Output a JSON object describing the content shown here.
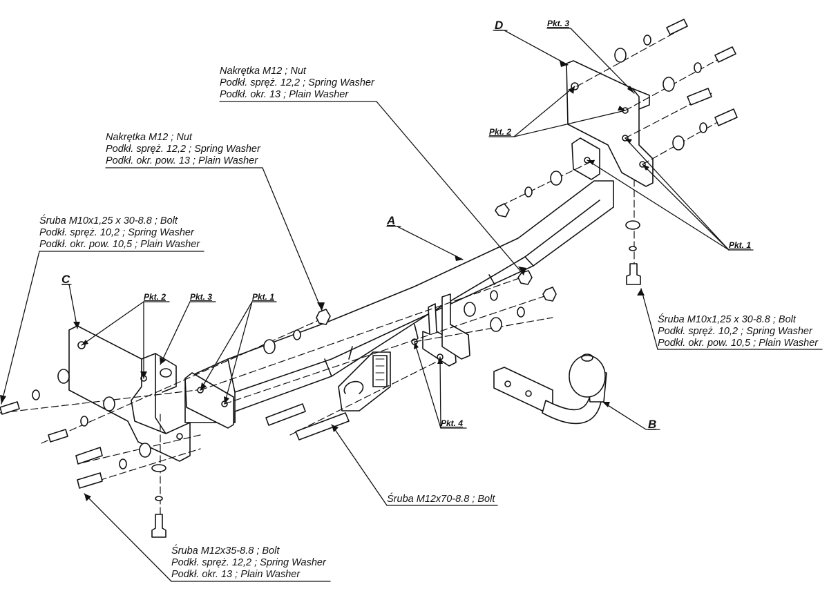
{
  "labels": {
    "nut_top": {
      "line1": "Nakrętka  M12 ; Nut",
      "line2": "Podkł. spręż. 12,2 ; Spring Washer",
      "line3": "Podkł. okr.  13 ; Plain Washer"
    },
    "nut_mid": {
      "line1": "Nakrętka  M12 ; Nut",
      "line2": "Podkł. spręż. 12,2 ; Spring Washer",
      "line3": "Podkł. okr. pow. 13 ; Plain Washer"
    },
    "bolt_left": {
      "line1": "Śruba M10x1,25 x 30-8.8 ; Bolt",
      "line2": "Podkł. spręż. 10,2 ; Spring Washer",
      "line3": "Podkł. okr. pow. 10,5 ; Plain Washer"
    },
    "bolt_right": {
      "line1": "Śruba M10x1,25 x 30-8.8 ; Bolt",
      "line2": "Podkł. spręż. 10,2 ; Spring Washer",
      "line3": "Podkł. okr. pow. 10,5 ; Plain Washer"
    },
    "bolt_m12x70": {
      "line1": "Śruba M12x70-8.8 ; Bolt"
    },
    "bolt_bottom": {
      "line1": "Śruba M12x35-8.8 ; Bolt",
      "line2": "Podkł. spręż. 12,2 ; Spring Washer",
      "line3": "Podkł. okr. 13 ; Plain Washer"
    }
  },
  "callouts": {
    "pkt1_left": "Pkt. 1",
    "pkt2_left": "Pkt. 2",
    "pkt3_left": "Pkt. 3",
    "pkt1_right": "Pkt. 1",
    "pkt2_right": "Pkt. 2",
    "pkt3_right": "Pkt. 3",
    "pkt4": "Pkt. 4"
  },
  "parts": {
    "A": "A",
    "B": "B",
    "C": "C",
    "D": "D"
  },
  "colors": {
    "ink": "#111111",
    "paper": "#ffffff"
  }
}
